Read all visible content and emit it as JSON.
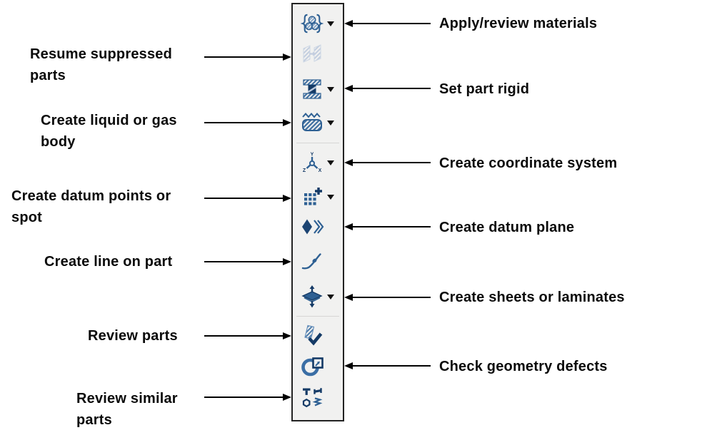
{
  "figure": {
    "description": "Annotated vertical CAD toolbar with callout labels",
    "colors": {
      "icon_blue": "#2e6093",
      "icon_navy": "#143a66",
      "icon_disabled": "#c3cedf",
      "toolbar_background": "#f1f1f0",
      "toolbar_border": "#222222",
      "annotation_text": "#0a0a0a",
      "arrow_color": "#000000"
    }
  },
  "toolbar": {
    "buttons": [
      {
        "label": "Apply/review materials",
        "icon": "materials-icon",
        "has_dropdown": true,
        "enabled": true
      },
      {
        "label": "Resume suppressed parts",
        "icon": "resume-suppressed-parts-icon",
        "has_dropdown": false,
        "enabled": false
      },
      {
        "label": "Set part rigid",
        "icon": "set-part-rigid-icon",
        "has_dropdown": true,
        "enabled": true
      },
      {
        "label": "Create liquid or gas body",
        "icon": "liquid-gas-body-icon",
        "has_dropdown": true,
        "enabled": true
      },
      {
        "label": "Create coordinate system",
        "icon": "coordinate-system-icon",
        "has_dropdown": true,
        "enabled": true
      },
      {
        "label": "Create datum points or spot",
        "icon": "datum-points-icon",
        "has_dropdown": true,
        "enabled": true
      },
      {
        "label": "Create datum plane",
        "icon": "datum-plane-icon",
        "has_dropdown": false,
        "enabled": true
      },
      {
        "label": "Create line on part",
        "icon": "line-on-part-icon",
        "has_dropdown": false,
        "enabled": true
      },
      {
        "label": "Create sheets or laminates",
        "icon": "sheets-laminates-icon",
        "has_dropdown": true,
        "enabled": true
      },
      {
        "label": "Review parts",
        "icon": "review-parts-icon",
        "has_dropdown": false,
        "enabled": true
      },
      {
        "label": "Check geometry defects",
        "icon": "check-geometry-defects-icon",
        "has_dropdown": false,
        "enabled": true
      },
      {
        "label": "Review similar parts",
        "icon": "review-similar-parts-icon",
        "has_dropdown": false,
        "enabled": true
      }
    ],
    "axis_letters": {
      "up": "Y",
      "down_left": "Z",
      "down_right": "X"
    }
  },
  "annotations": {
    "left": [
      {
        "label": "Resume suppressed parts"
      },
      {
        "label": "Create liquid or gas body"
      },
      {
        "label": "Create datum points or spot"
      },
      {
        "label": "Create line on part"
      },
      {
        "label": "Review parts"
      },
      {
        "label": "Review similar parts"
      }
    ],
    "right": [
      {
        "label": "Apply/review materials"
      },
      {
        "label": "Set part rigid"
      },
      {
        "label": "Create coordinate system"
      },
      {
        "label": "Create datum plane"
      },
      {
        "label": "Create sheets or laminates"
      },
      {
        "label": "Check geometry defects"
      }
    ]
  }
}
